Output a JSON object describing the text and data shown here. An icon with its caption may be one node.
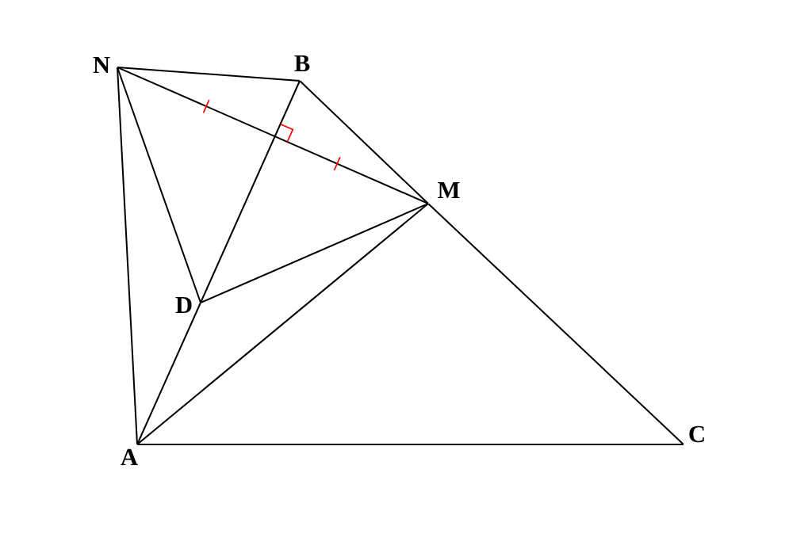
{
  "diagram": {
    "nodes": [
      {
        "text": [
          "N"
        ]
      },
      {
        "text": [
          "B"
        ]
      },
      {
        "text": [
          "M"
        ]
      },
      {
        "text": [
          "D"
        ]
      },
      {
        "text": [
          "A"
        ]
      },
      {
        "text": [
          "C"
        ]
      }
    ],
    "edges": [
      {
        "from": 0,
        "to": 1,
        "arrow": "none"
      },
      {
        "from": 1,
        "to": 2,
        "arrow": "none"
      },
      {
        "from": 2,
        "to": 5,
        "arrow": "none"
      },
      {
        "from": 4,
        "to": 5,
        "arrow": "none"
      },
      {
        "from": 0,
        "to": 4,
        "arrow": "none"
      },
      {
        "from": 0,
        "to": 3,
        "arrow": "none"
      },
      {
        "from": 0,
        "to": 2,
        "arrow": "none"
      },
      {
        "from": 1,
        "to": 3,
        "arrow": "none"
      },
      {
        "from": 3,
        "to": 4,
        "arrow": "none"
      },
      {
        "from": 3,
        "to": 2,
        "arrow": "none"
      },
      {
        "from": 4,
        "to": 2,
        "arrow": "none"
      }
    ]
  }
}
